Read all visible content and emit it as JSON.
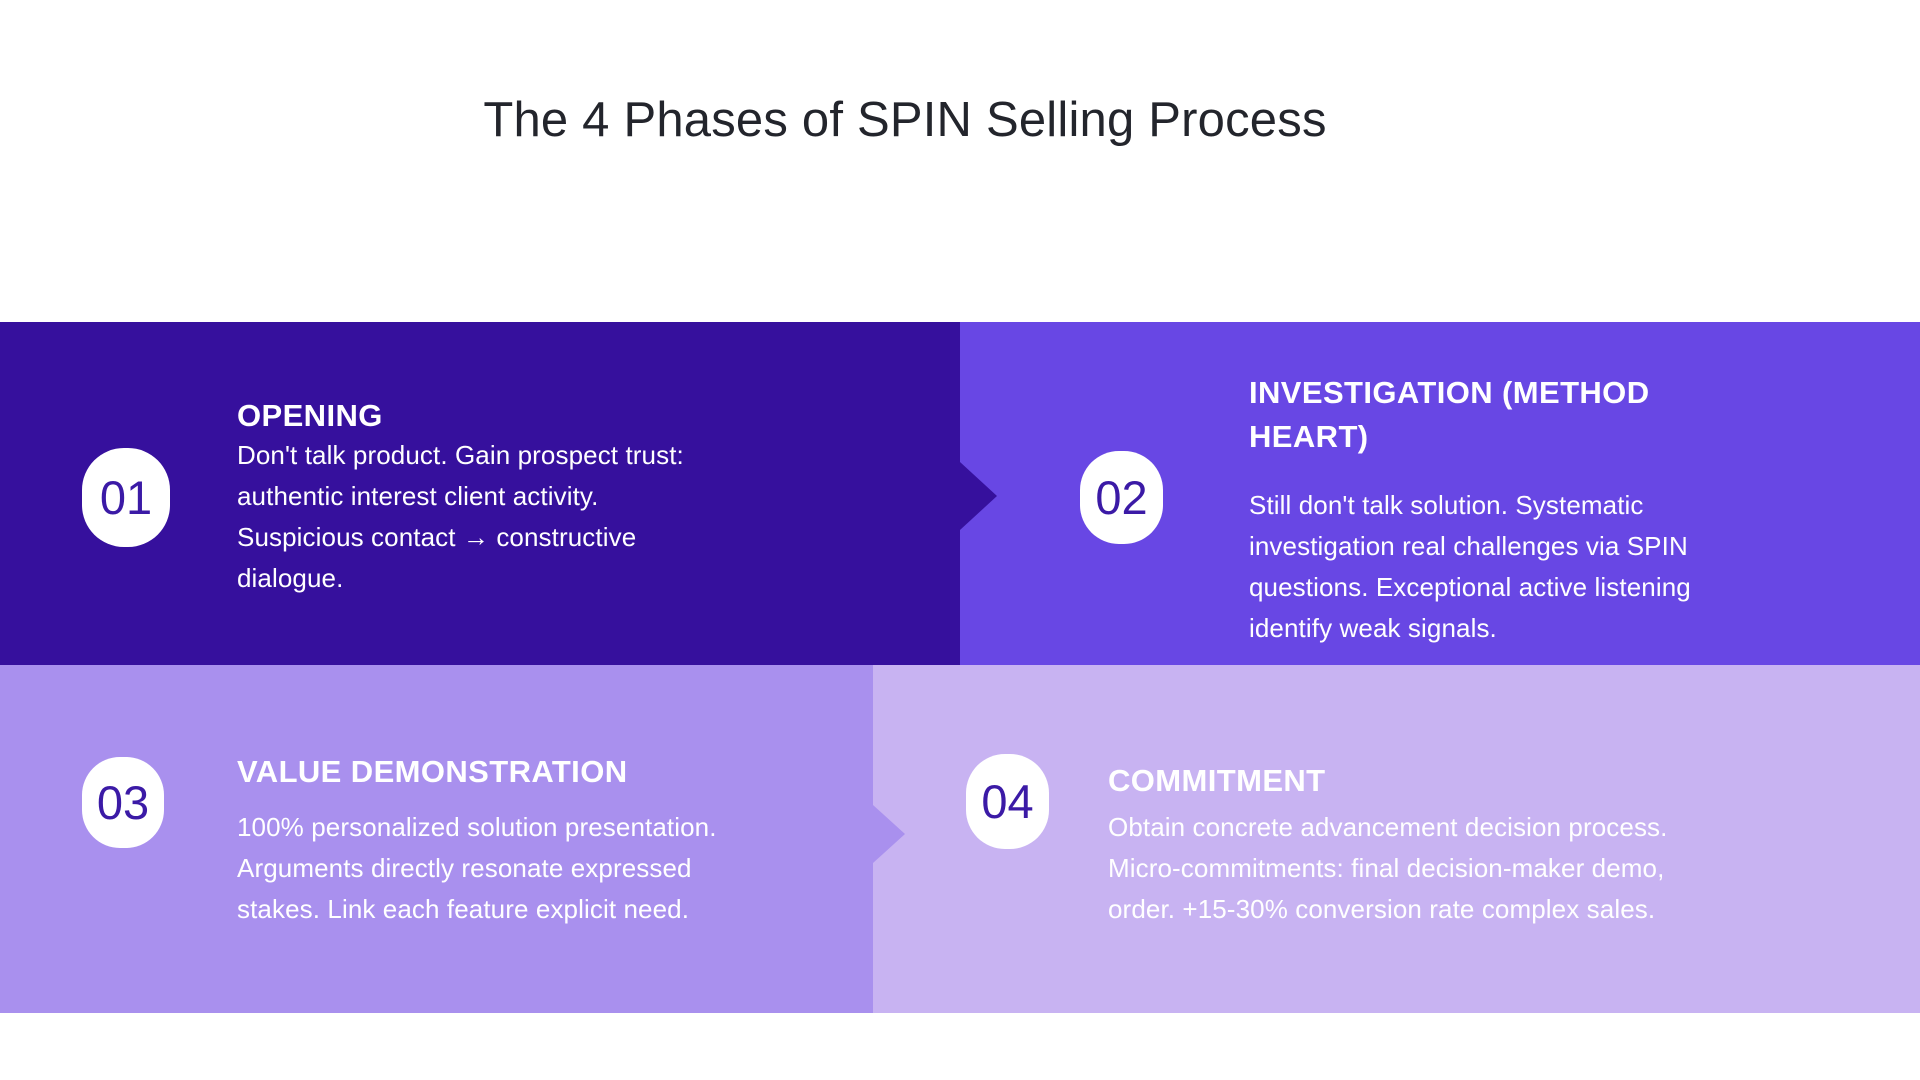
{
  "title": "The 4 Phases of SPIN Selling Process",
  "colors": {
    "page_bg": "#ffffff",
    "title_text": "#23252c",
    "phase1_bg": "#36109d",
    "phase2_bg": "#6847e4",
    "phase3_bg": "#a990ee",
    "phase4_bg": "#c8b3f2",
    "badge_bg": "#ffffff",
    "badge_number": "#3b1aa6",
    "panel_text": "#ffffff"
  },
  "phases": [
    {
      "number": "01",
      "heading_lines": [
        "OPENING"
      ],
      "body_lines": [
        "Don't talk product. Gain prospect trust:",
        "authentic interest client activity.",
        "Suspicious contact → constructive",
        "dialogue."
      ]
    },
    {
      "number": "02",
      "heading_lines": [
        "INVESTIGATION (METHOD",
        "HEART)"
      ],
      "body_lines": [
        "Still don't talk solution. Systematic",
        "investigation real challenges via SPIN",
        "questions. Exceptional active listening",
        "identify weak signals."
      ]
    },
    {
      "number": "03",
      "heading_lines": [
        "VALUE DEMONSTRATION"
      ],
      "body_lines": [
        "100% personalized solution presentation.",
        "Arguments directly resonate expressed",
        "stakes. Link each feature explicit need."
      ]
    },
    {
      "number": "04",
      "heading_lines": [
        "COMMITMENT"
      ],
      "body_lines": [
        "Obtain concrete advancement decision process.",
        "Micro-commitments: final decision-maker demo,",
        "order. +15-30% conversion rate complex sales."
      ]
    }
  ]
}
